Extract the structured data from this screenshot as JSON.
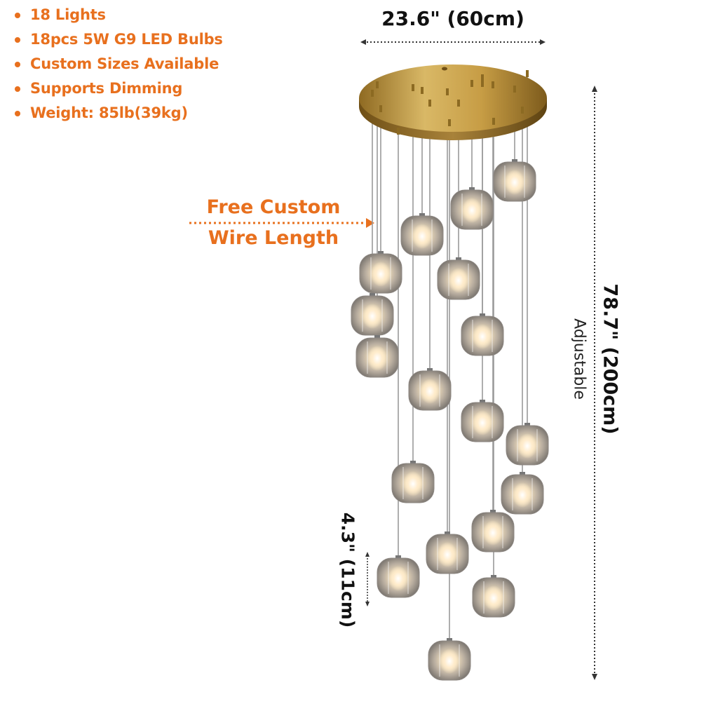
{
  "features": [
    "18 Lights",
    "18pcs 5W G9 LED Bulbs",
    "Custom Sizes Available",
    "Supports Dimming",
    "Weight: 85lb(39kg)"
  ],
  "dimensions": {
    "width": "23.6\" (60cm)",
    "height": "78.7\" (200cm)",
    "height_note": "Adjustable",
    "pendant": "4.3\" (11cm)"
  },
  "custom_wire": {
    "line1": "Free Custom",
    "line2": "Wire Length"
  },
  "colors": {
    "accent": "#e8701e",
    "brass": "#c9a24e",
    "dimension_line": "#333333"
  }
}
